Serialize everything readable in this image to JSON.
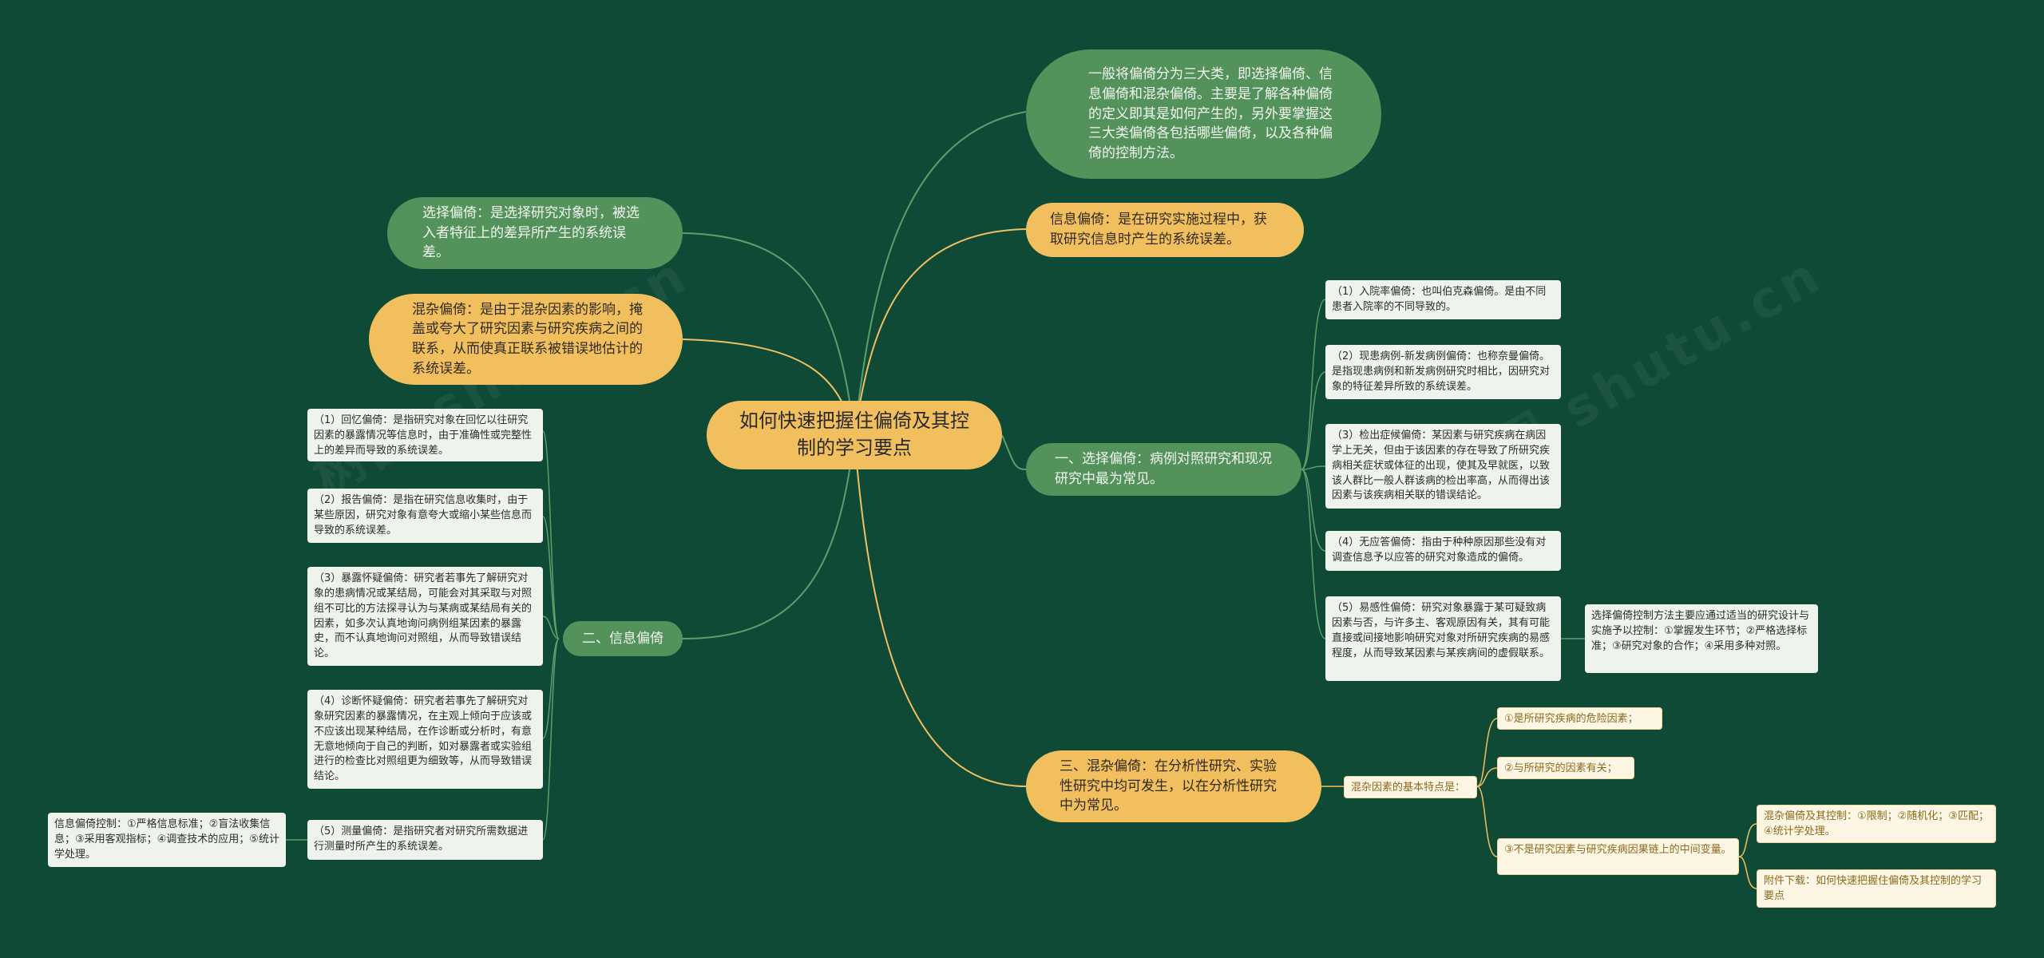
{
  "mindmap": {
    "root": "如何快速把握住偏倚及其控制的学习要点",
    "intro": "一般将偏倚分为三大类，即选择偏倚、信息偏倚和混杂偏倚。主要是了解各种偏倚的定义即其是如何产生的，另外要掌握这三大类偏倚各包括哪些偏倚，以及各种偏倚的控制方法。",
    "selection_def": "选择偏倚：是选择研究对象时，被选入者特征上的差异所产生的系统误差。",
    "confounding_def": "混杂偏倚：是由于混杂因素的影响，掩盖或夸大了研究因素与研究疾病之间的联系，从而使真正联系被错误地估计的系统误差。",
    "information_def": "信息偏倚：是在研究实施过程中，获取研究信息时产生的系统误差。",
    "branch_selection": {
      "label": "一、选择偏倚：病例对照研究和现况研究中最为常见。",
      "items": [
        "（1）入院率偏倚：也叫伯克森偏倚。是由不同患者入院率的不同导致的。",
        "（2）现患病例-新发病例偏倚：也称奈曼偏倚。是指现患病例和新发病例研究时相比，因研究对象的特征差异所致的系统误差。",
        "（3）检出症候偏倚：某因素与研究疾病在病因学上无关，但由于该因素的存在导致了所研究疾病相关症状或体征的出现，使其及早就医，以致该人群比一般人群该病的检出率高，从而得出该因素与该疾病相关联的错误结论。",
        "（4）无应答偏倚：指由于种种原因那些没有对调查信息予以应答的研究对象造成的偏倚。",
        "（5）易感性偏倚：研究对象暴露于某可疑致病因素与否，与许多主、客观原因有关，其有可能直接或间接地影响研究对象对所研究疾病的易感程度，从而导致某因素与某疾病间的虚假联系。"
      ],
      "control": "选择偏倚控制方法主要应通过适当的研究设计与实施予以控制：①掌握发生环节；②严格选择标准；③研究对象的合作；④采用多种对照。"
    },
    "branch_information": {
      "label": "二、信息偏倚",
      "items": [
        "（1）回忆偏倚：是指研究对象在回忆以往研究因素的暴露情况等信息时，由于准确性或完整性上的差异而导致的系统误差。",
        "（2）报告偏倚：是指在研究信息收集时，由于某些原因，研究对象有意夸大或缩小某些信息而导致的系统误差。",
        "（3）暴露怀疑偏倚：研究者若事先了解研究对象的患病情况或某结局，可能会对其采取与对照组不可比的方法探寻认为与某病或某结局有关的因素，如多次认真地询问病例组某因素的暴露史，而不认真地询问对照组，从而导致错误结论。",
        "（4）诊断怀疑偏倚：研究者若事先了解研究对象研究因素的暴露情况，在主观上倾向于应该或不应该出现某种结局，在作诊断或分析时，有意无意地倾向于自己的判断，如对暴露者或实验组进行的检查比对照组更为细致等，从而导致错误结论。",
        "（5）测量偏倚：是指研究者对研究所需数据进行测量时所产生的系统误差。"
      ],
      "control": "信息偏倚控制：①严格信息标准；②盲法收集信息；③采用客观指标；④调查技术的应用；⑤统计学处理。"
    },
    "branch_confounding": {
      "label": "三、混杂偏倚：在分析性研究、实验性研究中均可发生，以在分析性研究中为常见。",
      "feature_label": "混杂因素的基本特点是：",
      "features": [
        "①是所研究疾病的危险因素；",
        "②与所研究的因素有关；",
        "③不是研究因素与研究疾病因果链上的中间变量。"
      ],
      "control": "混杂偏倚及其控制：①限制；②随机化；③匹配；④统计学处理。",
      "attachment": "附件下载：如何快速把握住偏倚及其控制的学习要点"
    },
    "watermark": "树图 shutu.cn"
  }
}
